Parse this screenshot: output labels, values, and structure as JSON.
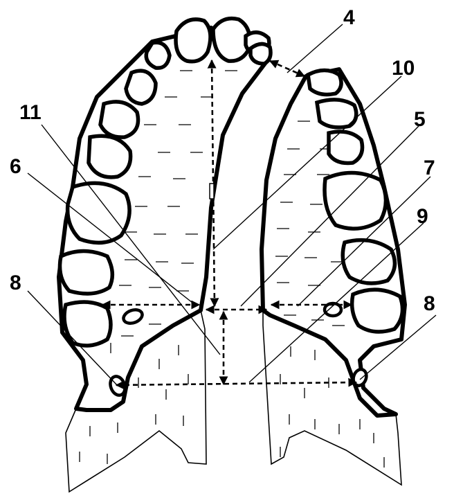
{
  "labels": {
    "l4": "4",
    "l5": "5",
    "l6": "6",
    "l7": "7",
    "l8_left": "8",
    "l8_right": "8",
    "l9": "9",
    "l10": "10",
    "l11": "11"
  }
}
